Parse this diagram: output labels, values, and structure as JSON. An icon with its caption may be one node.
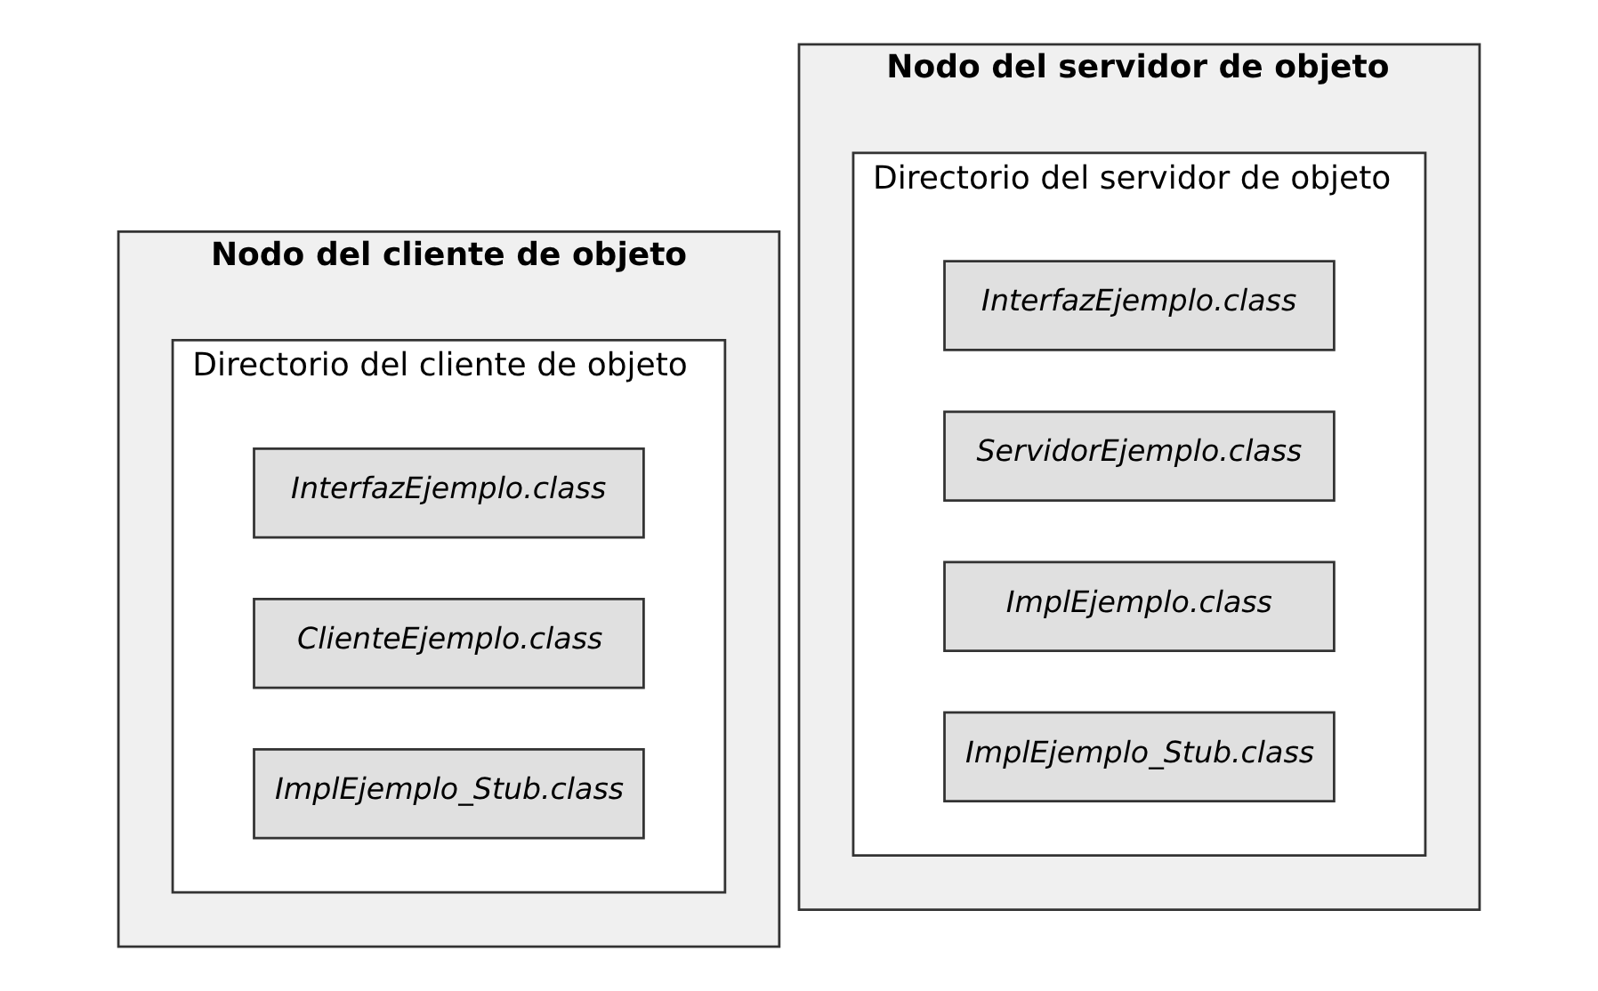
{
  "diagram": {
    "nodes": [
      {
        "text": [
          "Nodo del cliente de objeto"
        ]
      },
      {
        "text": [
          "Directorio del cliente de objeto"
        ],
        "in": 0
      },
      {
        "text": [
          "InterfazEjemplo.class"
        ],
        "in": 1
      },
      {
        "text": [
          "ClienteEjemplo.class"
        ],
        "in": 1
      },
      {
        "text": [
          "ImplEjemplo_Stub.class"
        ],
        "in": 1
      },
      {
        "text": [
          "Nodo del servidor de objeto"
        ]
      },
      {
        "text": [
          "Directorio del servidor de objeto"
        ],
        "in": 5
      },
      {
        "text": [
          "InterfazEjemplo.class"
        ],
        "in": 6
      },
      {
        "text": [
          "ServidorEjemplo.class"
        ],
        "in": 6
      },
      {
        "text": [
          "ImplEjemplo.class"
        ],
        "in": 6
      },
      {
        "text": [
          "ImplEjemplo_Stub.class"
        ],
        "in": 6
      }
    ],
    "edges": []
  }
}
